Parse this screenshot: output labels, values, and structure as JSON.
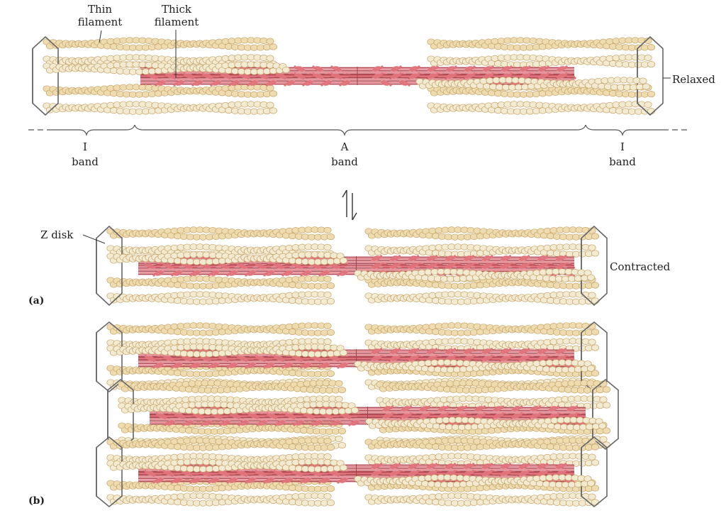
{
  "labels": {
    "thin_filament_1": "Thin",
    "thin_filament_2": "filament",
    "thick_filament_1": "Thick",
    "thick_filament_2": "filament",
    "relaxed": "Relaxed",
    "contracted": "Contracted",
    "z_disk": "Z disk",
    "i_band_left_1": "I",
    "i_band_left_2": "band",
    "a_band_1": "A",
    "a_band_2": "band",
    "i_band_right_1": "I",
    "i_band_right_2": "band",
    "panel_a": "(a)",
    "panel_b": "(b)"
  },
  "colors": {
    "actin_bead": "#eedcb0",
    "actin_edge": "#c7a468",
    "myosin": "#e0737b",
    "myosin_edge": "#b24a55",
    "z_disk": "#666666",
    "text": "#222222"
  }
}
